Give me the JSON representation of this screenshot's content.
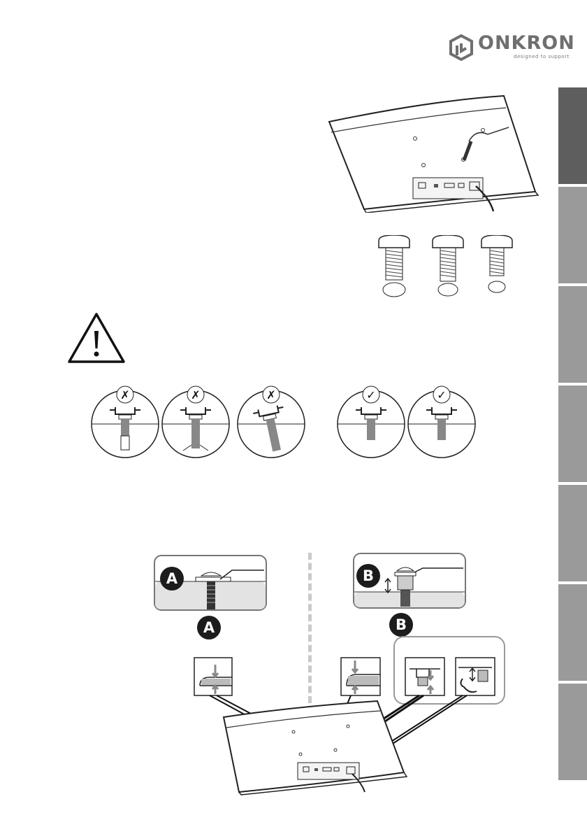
{
  "brand": {
    "name": "ONKRON",
    "tagline": "designed to support",
    "color": "#6f6f6f"
  },
  "icons": {
    "logo": "onkron-cube-logo-icon",
    "warning": "warning-triangle-icon",
    "wrong": "cross-mark-icon",
    "right": "check-mark-icon"
  },
  "callouts": {
    "detail_a": "A",
    "detail_b": "B",
    "label_a": "A",
    "label_b": "B"
  },
  "side_tabs": {
    "count": 7,
    "active_index": 0,
    "active_color": "#5e5e5e",
    "inactive_color": "#9a9a9a"
  },
  "screw_checks": {
    "incorrect_count": 3,
    "correct_count": 2
  }
}
